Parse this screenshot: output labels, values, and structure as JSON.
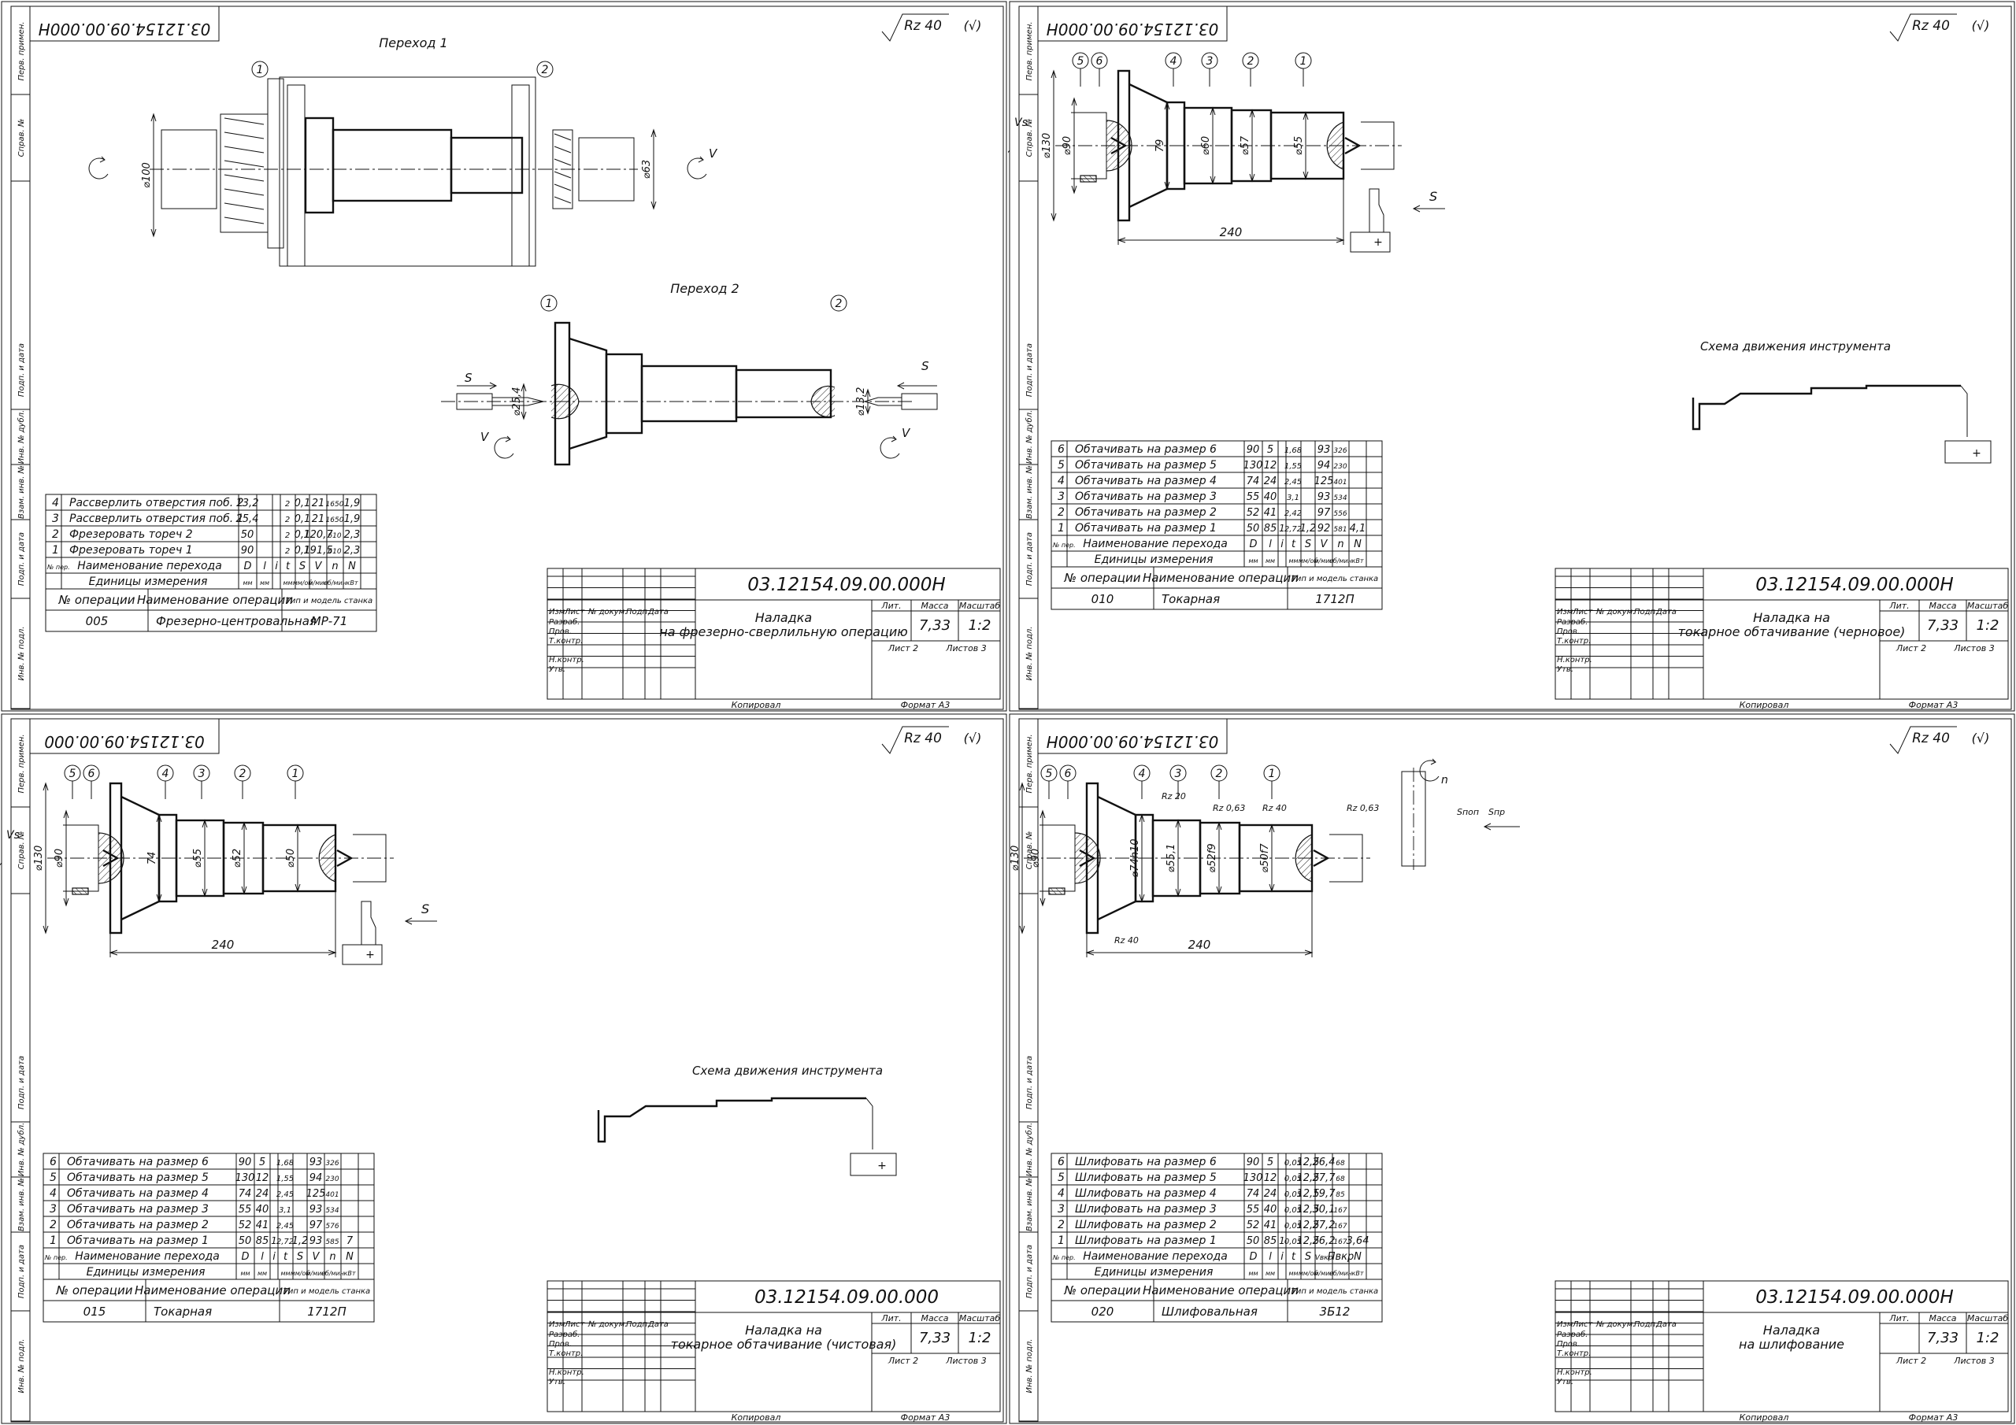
{
  "sheets": [
    {
      "code": "03.12154.09.00.000Н",
      "code_mirrored": "03.12154.09.00.000Н",
      "roughness": "Rz 40",
      "roughness_suffix": "(√)",
      "transition_1_label": "Переход 1",
      "transition_2_label": "Переход 2",
      "callouts": [
        "1",
        "2"
      ],
      "dims": {
        "d100": "⌀100",
        "d63": "⌀63",
        "d25_4": "⌀25,4",
        "d13_2": "⌀13,2",
        "S1": "S",
        "S2": "S",
        "V1": "V",
        "V2": "V",
        "V3": "V"
      },
      "ops": [
        {
          "n": "4",
          "name": "Рассверлить отверстия поб. 2",
          "D": "13,2",
          "l": "",
          "i": "",
          "t": "2",
          "S": "0,1",
          "V": "21",
          "n2": "1650",
          "N": "1,9"
        },
        {
          "n": "3",
          "name": "Рассверлить отверстия поб. 1",
          "D": "25,4",
          "l": "",
          "i": "",
          "t": "2",
          "S": "0,1",
          "V": "21",
          "n2": "1650",
          "N": "1,9"
        },
        {
          "n": "2",
          "name": "Фрезеровать тореч 2",
          "D": "50",
          "l": "",
          "i": "",
          "t": "2",
          "S": "0,1",
          "V": "120,7",
          "n2": "610",
          "N": "2,3"
        },
        {
          "n": "1",
          "name": "Фрезеровать тореч 1",
          "D": "90",
          "l": "",
          "i": "",
          "t": "2",
          "S": "0,1",
          "V": "191,5",
          "n2": "610",
          "N": "2,3"
        }
      ],
      "op_header": {
        "n": "№ пер.",
        "name": "Наименование перехода",
        "D": "D",
        "l": "l",
        "i": "i",
        "t": "t",
        "S": "S",
        "V": "V",
        "n2": "n",
        "N": "N"
      },
      "units_label": "Единицы измерения",
      "units": [
        "мм",
        "мм",
        "",
        "мм",
        "мм/об",
        "м/мин",
        "об/мин",
        "кВт"
      ],
      "oper_header": {
        "num": "№ операции",
        "name": "Наименование операции",
        "machine": "Тип и модель станка"
      },
      "oper": {
        "num": "005",
        "name": "Фрезерно-центровальная",
        "machine": "МР-71"
      },
      "title": "Наладка на фрезерно-сверлильную операцию",
      "mass": "7,33",
      "scale": "1:2"
    },
    {
      "code": "03.12154.09.00.000Н",
      "code_mirrored": "03.12154.09.00.000Н",
      "roughness": "Rz 40",
      "roughness_suffix": "(√)",
      "callouts": [
        "5",
        "6",
        "4",
        "3",
        "2",
        "1"
      ],
      "dims": {
        "d130": "⌀130",
        "d90": "⌀90",
        "d79": "79",
        "d60": "⌀60",
        "d57": "⌀57",
        "d55": "⌀55",
        "L": "240",
        "S": "S",
        "V": "Vs"
      },
      "scheme_label": "Схема движения инструмента",
      "ops": [
        {
          "n": "6",
          "name": "Обтачивать на размер 6",
          "D": "90",
          "l": "5",
          "i": "",
          "t": "1,68",
          "S": "",
          "V": "93",
          "n2": "326",
          "N": ""
        },
        {
          "n": "5",
          "name": "Обтачивать на размер 5",
          "D": "130",
          "l": "12",
          "i": "",
          "t": "1,55",
          "S": "",
          "V": "94",
          "n2": "230",
          "N": ""
        },
        {
          "n": "4",
          "name": "Обтачивать на размер 4",
          "D": "74",
          "l": "24",
          "i": "",
          "t": "2,45",
          "S": "",
          "V": "125",
          "n2": "401",
          "N": ""
        },
        {
          "n": "3",
          "name": "Обтачивать на размер 3",
          "D": "55",
          "l": "40",
          "i": "",
          "t": "3,1",
          "S": "",
          "V": "93",
          "n2": "534",
          "N": ""
        },
        {
          "n": "2",
          "name": "Обтачивать на размер 2",
          "D": "52",
          "l": "41",
          "i": "",
          "t": "2,42",
          "S": "",
          "V": "97",
          "n2": "556",
          "N": ""
        },
        {
          "n": "1",
          "name": "Обтачивать на размер 1",
          "D": "50",
          "l": "85",
          "i": "1",
          "t": "2,72",
          "S": "1,2",
          "V": "92",
          "n2": "581",
          "N": "4,1"
        }
      ],
      "op_header": {
        "n": "№ пер.",
        "name": "Наименование перехода",
        "D": "D",
        "l": "l",
        "i": "i",
        "t": "t",
        "S": "S",
        "V": "V",
        "n2": "n",
        "N": "N"
      },
      "units_label": "Единицы измерения",
      "units": [
        "мм",
        "мм",
        "",
        "мм",
        "мм/об",
        "м/мин",
        "об/мин",
        "кВт"
      ],
      "oper_header": {
        "num": "№ операции",
        "name": "Наименование операции",
        "machine": "Тип и модель станка"
      },
      "oper": {
        "num": "010",
        "name": "Токарная",
        "machine": "1712П"
      },
      "title": "Наладка на токарное обтачивание (черновое)",
      "mass": "7,33",
      "scale": "1:2"
    },
    {
      "code": "03.12154.09.00.000",
      "code_mirrored": "03.12154.09.00.000",
      "roughness": "Rz 40",
      "roughness_suffix": "(√)",
      "callouts": [
        "5",
        "6",
        "4",
        "3",
        "2",
        "1"
      ],
      "dims": {
        "d130": "⌀130",
        "d90": "⌀90",
        "d74": "74",
        "d55": "⌀55",
        "d52": "⌀52",
        "d50": "⌀50",
        "L": "240",
        "S": "S",
        "V": "Vs"
      },
      "scheme_label": "Схема движения инструмента",
      "ops": [
        {
          "n": "6",
          "name": "Обтачивать на размер 6",
          "D": "90",
          "l": "5",
          "i": "",
          "t": "1,68",
          "S": "",
          "V": "93",
          "n2": "326",
          "N": ""
        },
        {
          "n": "5",
          "name": "Обтачивать на размер 5",
          "D": "130",
          "l": "12",
          "i": "",
          "t": "1,55",
          "S": "",
          "V": "94",
          "n2": "230",
          "N": ""
        },
        {
          "n": "4",
          "name": "Обтачивать на размер 4",
          "D": "74",
          "l": "24",
          "i": "",
          "t": "2,45",
          "S": "",
          "V": "125",
          "n2": "401",
          "N": ""
        },
        {
          "n": "3",
          "name": "Обтачивать на размер 3",
          "D": "55",
          "l": "40",
          "i": "",
          "t": "3,1",
          "S": "",
          "V": "93",
          "n2": "534",
          "N": ""
        },
        {
          "n": "2",
          "name": "Обтачивать на размер 2",
          "D": "52",
          "l": "41",
          "i": "",
          "t": "2,45",
          "S": "",
          "V": "97",
          "n2": "576",
          "N": ""
        },
        {
          "n": "1",
          "name": "Обтачивать на размер 1",
          "D": "50",
          "l": "85",
          "i": "1",
          "t": "2,72",
          "S": "1,2",
          "V": "93",
          "n2": "585",
          "N": "7"
        }
      ],
      "op_header": {
        "n": "№ пер.",
        "name": "Наименование перехода",
        "D": "D",
        "l": "l",
        "i": "i",
        "t": "t",
        "S": "S",
        "V": "V",
        "n2": "n",
        "N": "N"
      },
      "units_label": "Единицы измерения",
      "units": [
        "мм",
        "мм",
        "",
        "мм",
        "мм/об",
        "м/мин",
        "об/мин",
        "кВт"
      ],
      "oper_header": {
        "num": "№ операции",
        "name": "Наименование операции",
        "machine": "Тип и модель станка"
      },
      "oper": {
        "num": "015",
        "name": "Токарная",
        "machine": "1712П"
      },
      "title": "Наладка на токарное обтачивание (чистовая)",
      "mass": "7,33",
      "scale": "1:2"
    },
    {
      "code": "03.12154.09.00.000Н",
      "code_mirrored": "03.12154.09.00.000Н",
      "roughness": "Rz 40",
      "roughness_suffix": "(√)",
      "callouts": [
        "5",
        "6",
        "4",
        "3",
        "2",
        "1"
      ],
      "dims": {
        "d130": "⌀130",
        "d90": "⌀90",
        "d74": "⌀74h10",
        "d55": "⌀55,1",
        "d52": "⌀52f9",
        "d50": "⌀50f7",
        "L": "240",
        "n": "n",
        "Snan": "Sпоп",
        "Snp": "Sпр",
        "V": "Vs",
        "rz20": "Rz 20",
        "rz063a": "Rz 0,63",
        "rz40a": "Rz 40",
        "rz063b": "Rz 0,63",
        "rz40b": "Rz 40"
      },
      "ops": [
        {
          "n": "6",
          "name": "Шлифовать на размер 6",
          "D": "90",
          "l": "5",
          "i": "",
          "t": "0,05",
          "S": "12,5",
          "V": "26,4",
          "n2": "68",
          "N": ""
        },
        {
          "n": "5",
          "name": "Шлифовать на размер 5",
          "D": "130",
          "l": "12",
          "i": "",
          "t": "0,05",
          "S": "12,5",
          "V": "27,7",
          "n2": "68",
          "N": ""
        },
        {
          "n": "4",
          "name": "Шлифовать на размер 4",
          "D": "74",
          "l": "24",
          "i": "",
          "t": "0,05",
          "S": "12,5",
          "V": "19,7",
          "n2": "85",
          "N": ""
        },
        {
          "n": "3",
          "name": "Шлифовать на размер 3",
          "D": "55",
          "l": "40",
          "i": "",
          "t": "0,05",
          "S": "12,5",
          "V": "30,1",
          "n2": "167",
          "N": ""
        },
        {
          "n": "2",
          "name": "Шлифовать на размер 2",
          "D": "52",
          "l": "41",
          "i": "",
          "t": "0,05",
          "S": "12,5",
          "V": "27,2",
          "n2": "167",
          "N": ""
        },
        {
          "n": "1",
          "name": "Шлифовать на размер 1",
          "D": "50",
          "l": "85",
          "i": "1",
          "t": "0,05",
          "S": "12,5",
          "V": "26,2",
          "n2": "167",
          "N": "3,64"
        }
      ],
      "op_header": {
        "n": "№ пер.",
        "name": "Наименование перехода",
        "D": "D",
        "l": "l",
        "i": "i",
        "t": "t",
        "S": "S",
        "V": "Vвкр",
        "n2": "Пвкр",
        "N": "N"
      },
      "units_label": "Единицы измерения",
      "units": [
        "мм",
        "мм",
        "",
        "мм",
        "мм/об",
        "м/мин",
        "об/мин",
        "кВт"
      ],
      "oper_header": {
        "num": "№ операции",
        "name": "Наименование операции",
        "machine": "Тип и модель станка"
      },
      "oper": {
        "num": "020",
        "name": "Шлифовальная",
        "machine": "3Б12"
      },
      "title": "Наладка на шлифование",
      "mass": "7,33",
      "scale": "1:2"
    }
  ],
  "stamp": {
    "rows": [
      "Изм",
      "Лист",
      "№ докум.",
      "Подп.",
      "Дата"
    ],
    "roles": [
      "Разраб.",
      "Пров.",
      "Т.контр.",
      "",
      "Н.контр.",
      "Утв."
    ],
    "lit": "Лит.",
    "mass_lbl": "Масса",
    "scale_lbl": "Масштаб",
    "sheet": "Лист 2",
    "sheets": "Листов 3",
    "copied": "Копировал",
    "format": "Формат А3"
  },
  "side_labels": [
    "Перв. примен.",
    "Справ. №",
    "Подп. и дата",
    "Инв. № дубл.",
    "Взам. инв. №",
    "Подп. и дата",
    "Инв. № подл."
  ]
}
